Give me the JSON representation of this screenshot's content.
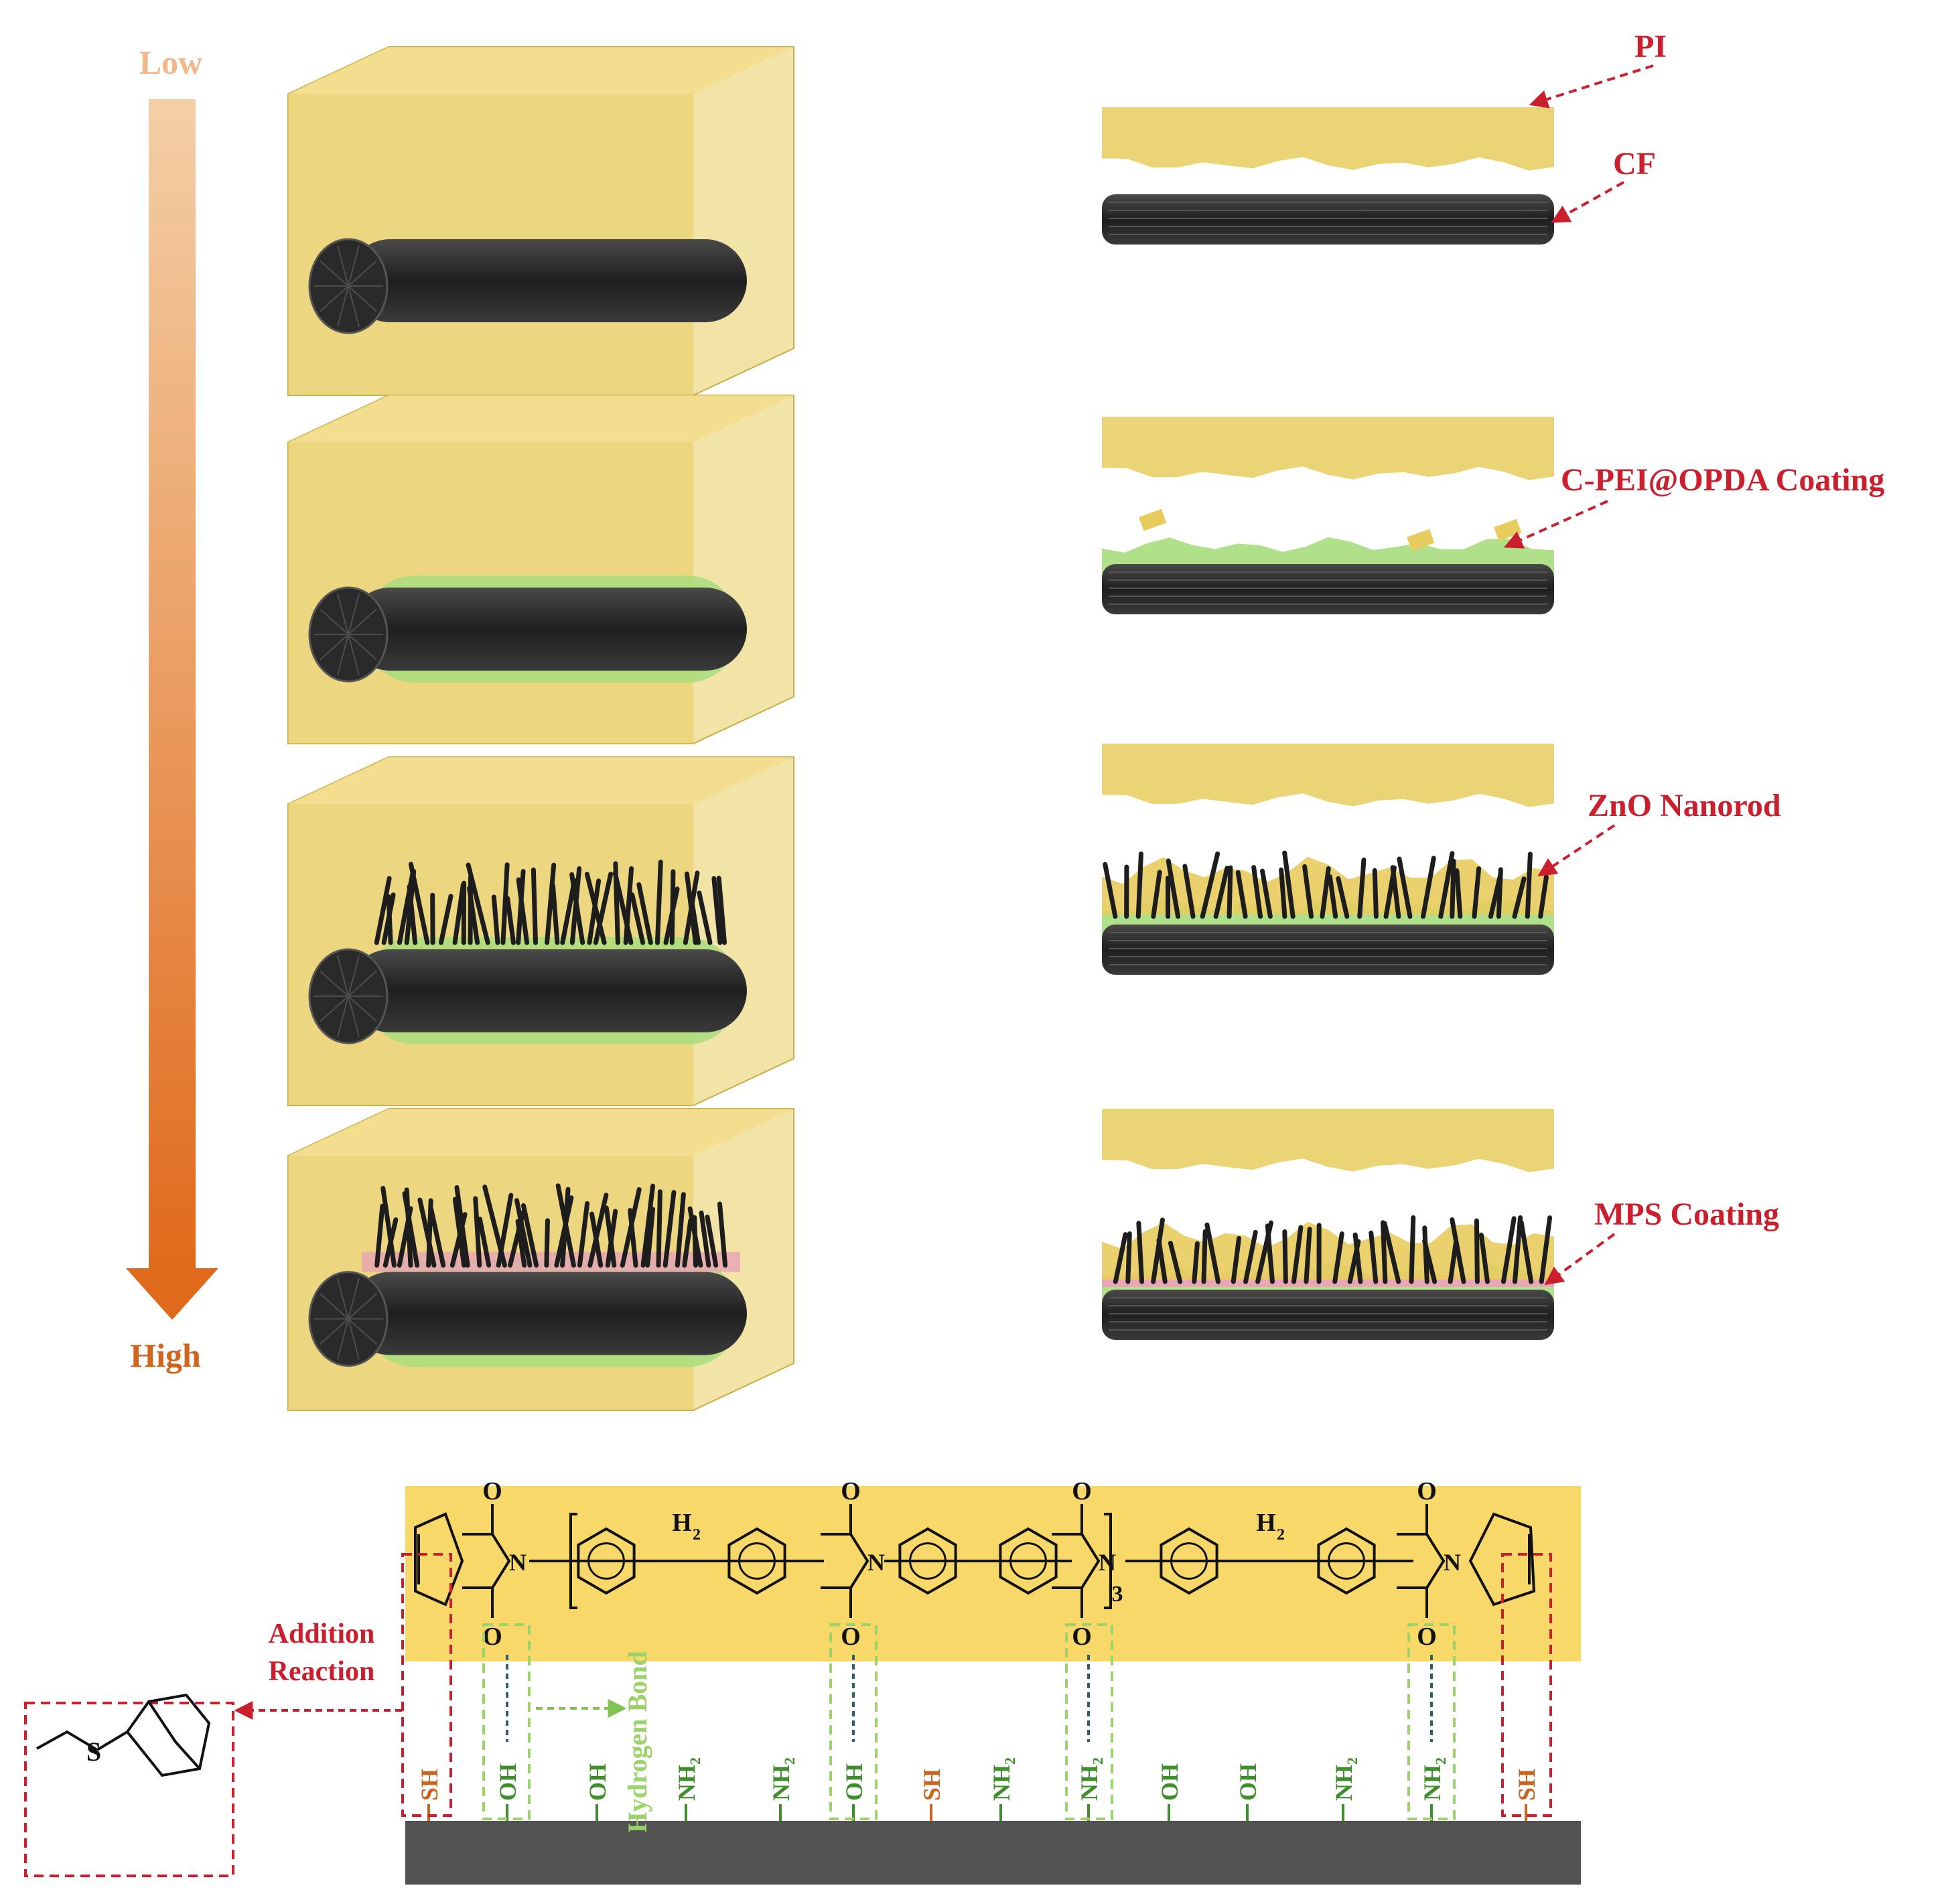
{
  "gradient_scale": {
    "top_label": "Low",
    "bottom_label": "High",
    "top_color": "#f4cfa6",
    "bottom_color": "#e06a1c"
  },
  "cross_section_labels": {
    "pi": "PI",
    "cf": "CF",
    "cpei": "C-PEI@OPDA Coating",
    "zno": "ZnO Nanorod",
    "mps": "MPS Coating",
    "color": "#cc1f2e"
  },
  "colors": {
    "resin": "#e8cc5e",
    "resin_light": "#f3dc86",
    "fiber": "#2a2a2a",
    "cpei_coating": "#a9dd7d",
    "mps_coating": "#e9a6b4",
    "chem_band": "#f8d868",
    "substrate": "#525252",
    "hbond_green": "#7fc451",
    "sh_orange": "#c8641c",
    "group_green": "#3e8e2b"
  },
  "mechanism": {
    "addition_reaction": [
      "Addition",
      "Reaction"
    ],
    "hydrogen_bond": "Hydrogen Bond",
    "carbonyl_o": "O",
    "imide_n": "N",
    "methylene": "H",
    "methylene_sub": "2",
    "repeat_sub": "3",
    "thioether_s": "S",
    "surface_groups": [
      {
        "text": "SH",
        "sub": ""
      },
      {
        "text": "OH",
        "sub": ""
      },
      {
        "text": "OH",
        "sub": ""
      },
      {
        "text": "NH",
        "sub": "2"
      },
      {
        "text": "NH",
        "sub": "2"
      },
      {
        "text": "OH",
        "sub": ""
      },
      {
        "text": "SH",
        "sub": ""
      },
      {
        "text": "NH",
        "sub": "2"
      },
      {
        "text": "NH",
        "sub": "2"
      },
      {
        "text": "OH",
        "sub": ""
      },
      {
        "text": "OH",
        "sub": ""
      },
      {
        "text": "NH",
        "sub": "2"
      },
      {
        "text": "NH",
        "sub": "2"
      },
      {
        "text": "SH",
        "sub": ""
      }
    ]
  }
}
